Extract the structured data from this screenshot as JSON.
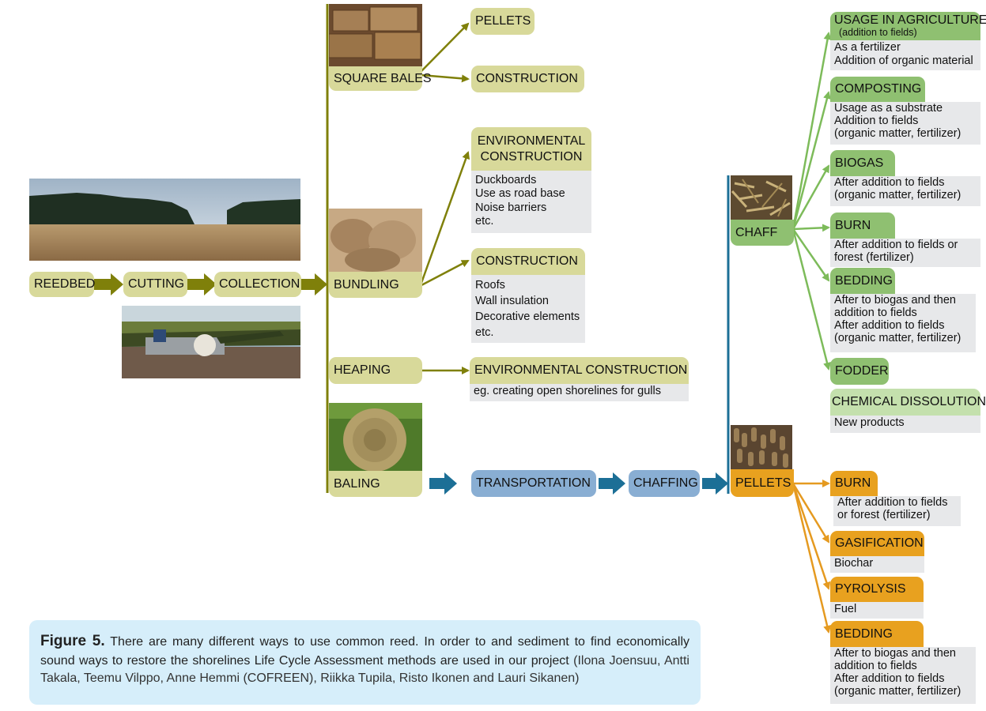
{
  "process": {
    "reedbed": "REEDBED",
    "cutting": "CUTTING",
    "collection": "COLLECTION"
  },
  "methods": {
    "square_bales": "SQUARE BALES",
    "bundling": "BUNDLING",
    "heaping": "HEAPING",
    "baling": "BALING"
  },
  "square_bales_uses": {
    "pellets": "PELLETS",
    "construction": "CONSTRUCTION"
  },
  "bundling_uses": {
    "env_title_line1": "ENVIRONMENTAL",
    "env_title_line2": "CONSTRUCTION",
    "env_items": [
      "Duckboards",
      "Use as road base",
      "Noise barriers",
      "etc."
    ],
    "con_title": "CONSTRUCTION",
    "con_items": [
      "Roofs",
      "Wall insulation",
      "Decorative elements",
      "etc."
    ]
  },
  "heaping_uses": {
    "title": "ENVIRONMENTAL CONSTRUCTION",
    "note": "eg. creating open shorelines for gulls"
  },
  "baling_chain": {
    "transportation": "TRANSPORTATION",
    "chaffing": "CHAFFING",
    "chaff": "CHAFF",
    "pellets": "PELLETS"
  },
  "chaff_uses": {
    "agri_title": "USAGE IN AGRICULTURE",
    "agri_sub": "(addition to fields)",
    "agri_items": [
      "As a fertilizer",
      "Addition of organic material"
    ],
    "composting": "COMPOSTING",
    "composting_items": [
      "Usage as a substrate",
      "Addition to fields",
      "(organic matter, fertilizer)"
    ],
    "biogas": "BIOGAS",
    "biogas_items": [
      "After addition to fields",
      "(organic matter, fertilizer)"
    ],
    "burn": "BURN",
    "burn_items": [
      "After addition to fields or",
      "forest (fertilizer)"
    ],
    "bedding": "BEDDING",
    "bedding_items": [
      "After to biogas and then",
      "addition to fields",
      "After addition to fields",
      "(organic matter, fertilizer)"
    ],
    "fodder": "FODDER",
    "chemical": "CHEMICAL DISSOLUTION",
    "chemical_items": [
      "New products"
    ]
  },
  "pellet_uses": {
    "burn": "BURN",
    "burn_items": [
      "After addition to fields",
      "or forest (fertilizer)"
    ],
    "gasification": "GASIFICATION",
    "gasification_items": [
      "Biochar"
    ],
    "pyrolysis": "PYROLYSIS",
    "pyrolysis_items": [
      "Fuel"
    ],
    "bedding": "BEDDING",
    "bedding_items": [
      "After to biogas and then",
      "addition to fields",
      "After addition to fields",
      "(organic matter, fertilizer)"
    ]
  },
  "caption": {
    "figure_label": "Figure 5.",
    "text": " There are many different ways to use common reed. In order to  and sediment to find economically sound ways to restore the shorelines  Life Cycle Assessment methods are used in our project",
    "authors": " (Ilona Joensuu, Antti Takala, Teemu Vilppo, Anne Hemmi (COFREEN), Riikka Tupila, Risto Ikonen and Lauri Sikanen)"
  },
  "colors": {
    "olive_box": "#d8d99a",
    "olive_line": "#7f800a",
    "blue_box": "#89aed3",
    "blue_arrow": "#1c6f96",
    "green_box": "#8fc071",
    "green_line": "#7dbb5a",
    "orange_box": "#e8a11f",
    "orange_line": "#e59a20",
    "note_bg": "#e7e8ea",
    "caption_bg": "#d6eefa"
  }
}
